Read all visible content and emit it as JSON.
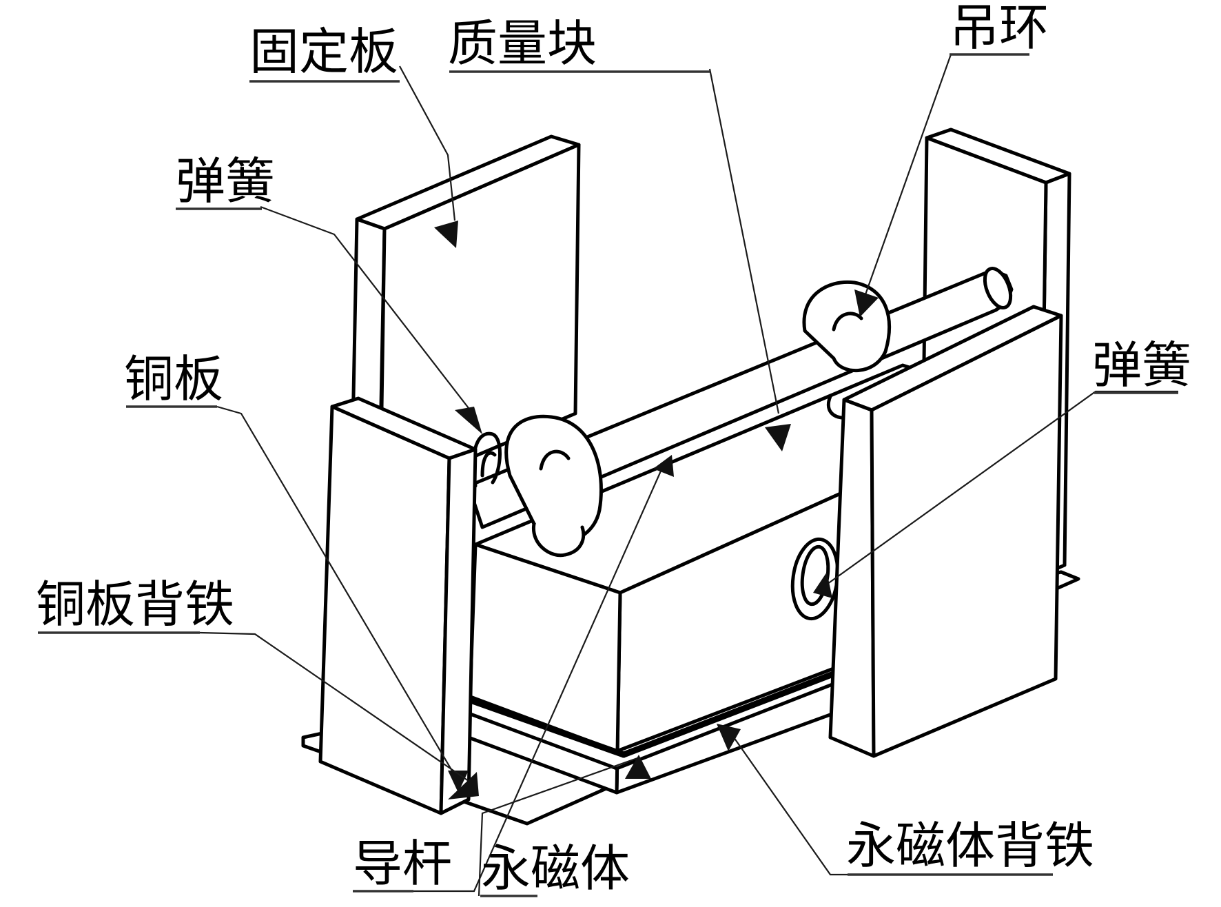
{
  "diagram": {
    "type": "engineering-line-drawing",
    "subject": "magnetic damper assembly (isometric view)",
    "colors": {
      "line": "#000000",
      "background": "#ffffff",
      "arrow": "#111111"
    },
    "labels": {
      "fixed_plate": "固定板",
      "mass_block": "质量块",
      "lifting_ring": "吊环",
      "spring_left": "弹簧",
      "spring_right": "弹簧",
      "copper_plate": "铜板",
      "copper_plate_back_iron": "铜板背铁",
      "guide_rod": "导杆",
      "permanent_magnet": "永磁体",
      "permanent_magnet_back_iron": "永磁体背铁"
    }
  }
}
